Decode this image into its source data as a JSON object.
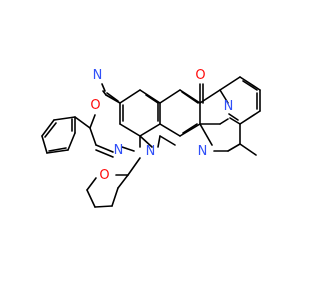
{
  "molecule": {
    "atoms": {
      "oxygen_carbonyl_ring": "O",
      "oxygen_amide": "O",
      "oxygen_thf": "O",
      "nitrogen_cyano": "N",
      "nitrogen_imine": "N",
      "nitrogen_ring_1": "N",
      "nitrogen_ring_2": "N",
      "nitrogen_ring_3": "N"
    },
    "colors": {
      "bond": "#000000",
      "oxygen": "#ff0d0d",
      "nitrogen": "#3050f8",
      "background": "#ffffff"
    }
  }
}
